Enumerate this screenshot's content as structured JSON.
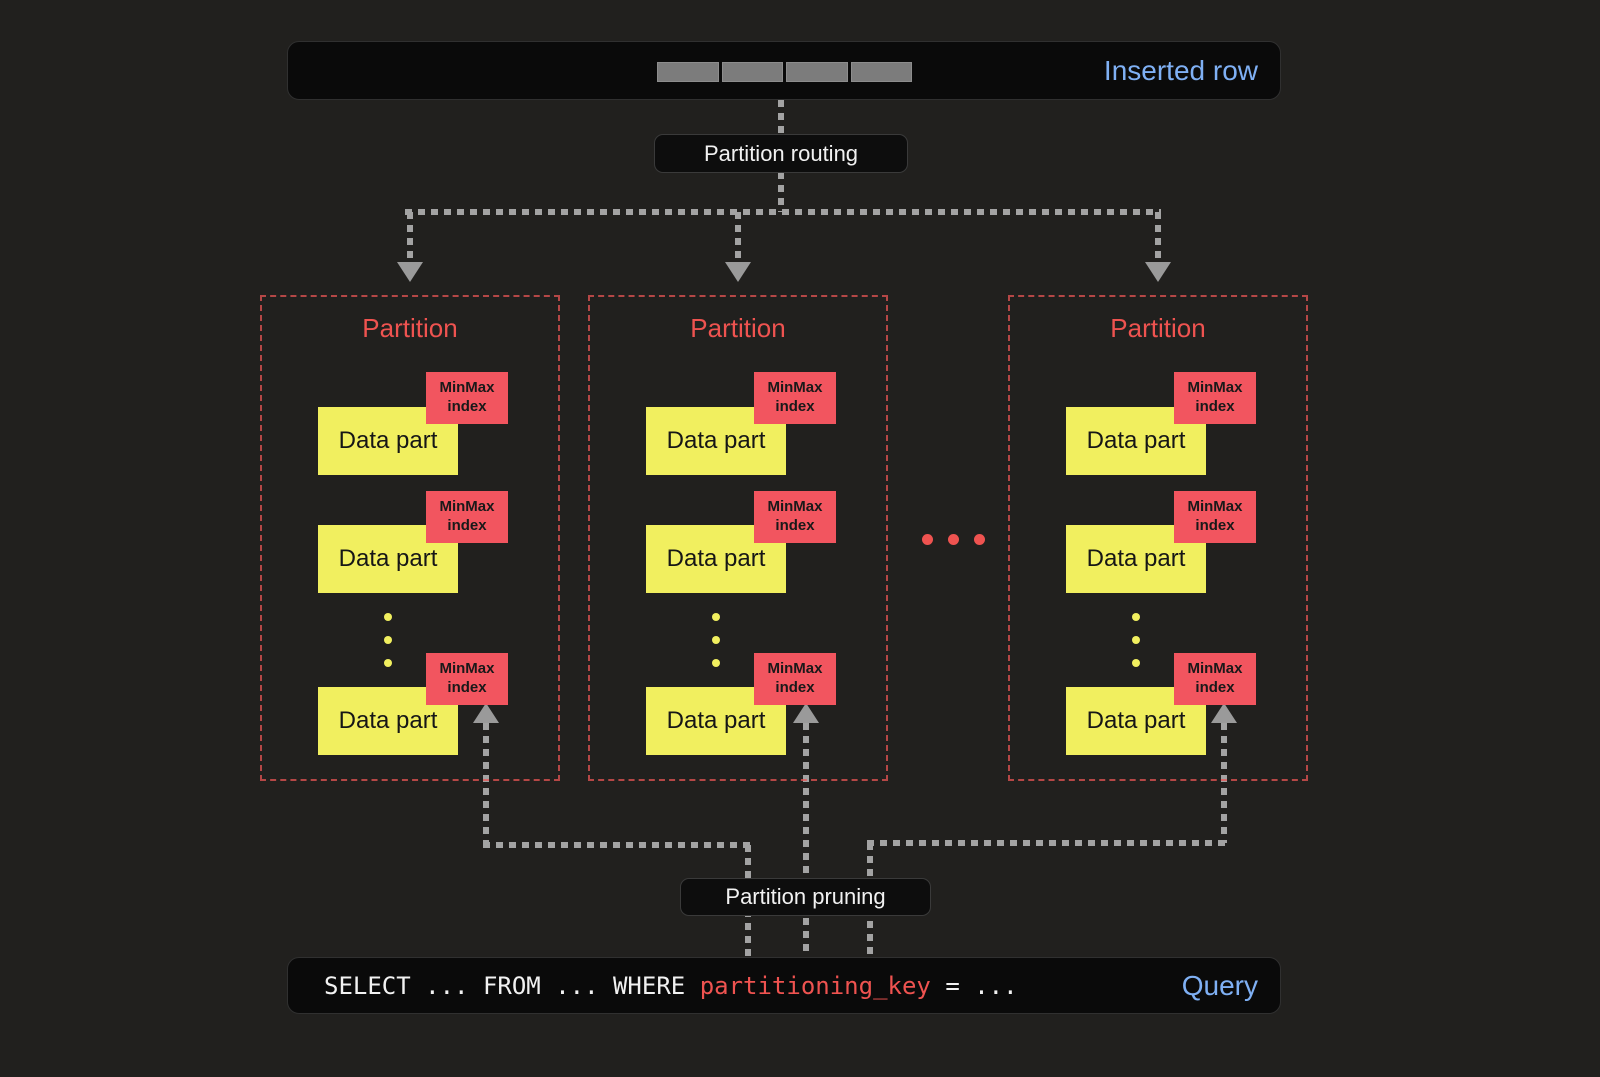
{
  "inserted_row": {
    "label": "Inserted row"
  },
  "routing": {
    "label": "Partition routing"
  },
  "pruning": {
    "label": "Partition pruning"
  },
  "partitions": [
    {
      "title": "Partition",
      "parts": [
        {
          "part": "Data part",
          "index": "MinMax index"
        },
        {
          "part": "Data part",
          "index": "MinMax index"
        },
        {
          "part": "Data part",
          "index": "MinMax index"
        }
      ]
    },
    {
      "title": "Partition",
      "parts": [
        {
          "part": "Data part",
          "index": "MinMax index"
        },
        {
          "part": "Data part",
          "index": "MinMax index"
        },
        {
          "part": "Data part",
          "index": "MinMax index"
        }
      ]
    },
    {
      "title": "Partition",
      "parts": [
        {
          "part": "Data part",
          "index": "MinMax index"
        },
        {
          "part": "Data part",
          "index": "MinMax index"
        },
        {
          "part": "Data part",
          "index": "MinMax index"
        }
      ]
    }
  ],
  "query": {
    "prefix": "SELECT ... FROM ... WHERE ",
    "key": "partitioning_key",
    "suffix": " = ...",
    "label": "Query"
  },
  "colors": {
    "accent_blue": "#7fb0f4",
    "accent_red": "#ef5350",
    "part_yellow": "#f1ef5f",
    "tag_red": "#f2555f",
    "background": "#21201e"
  }
}
